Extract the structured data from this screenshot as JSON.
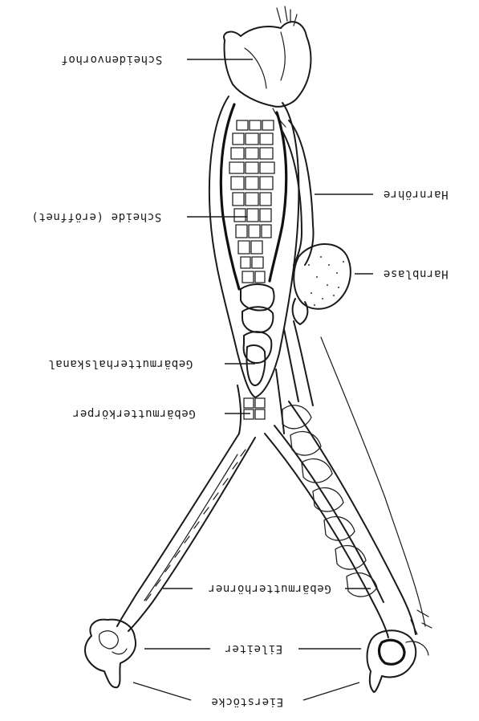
{
  "diagram": {
    "orientation": "rotated-180",
    "labels": {
      "vestibule": "Scheidenvorhof",
      "vagina": "Scheide (eröffnet)",
      "urethra": "Harnröhre",
      "bladder": "Harnblase",
      "cervical_canal": "Gebärmutterhalskanal",
      "uterine_body": "Gebärmutterkörper",
      "uterine_horns": "Gebärmutterhörner",
      "oviducts": "Eileiter",
      "ovaries": "Eierstöcke"
    }
  }
}
